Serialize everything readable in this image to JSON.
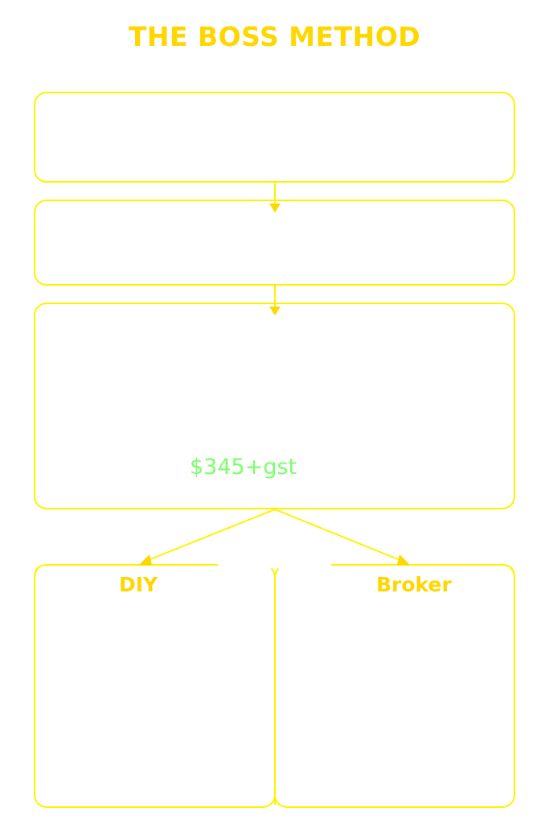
{
  "title": "THE BOSS METHOD",
  "step3": {
    "price": "$345+gst"
  },
  "options": {
    "diy": "DIY",
    "broker": "Broker"
  },
  "colors": {
    "accent": "#ffd700",
    "border": "#fff200",
    "price": "#7dff6b"
  }
}
